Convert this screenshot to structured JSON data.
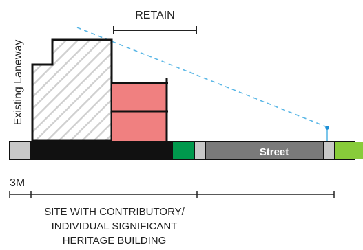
{
  "labels": {
    "retain": "RETAIN",
    "existing_laneway": "Existing Laneway",
    "street": "Street",
    "laneway_width": "3M",
    "site_line1": "SITE WITH CONTRIBUTORY/",
    "site_line2": "INDIVIDUAL SIGNIFICANT",
    "site_line3": "HERITAGE BUILDING"
  },
  "colors": {
    "heritage_red": "#f08080",
    "dark": "#111111",
    "grey": "#c8c8c8",
    "street_grey": "#7a7a7a",
    "green_dark": "#00994d",
    "green_light": "#88cc3a",
    "sightline": "#5ab7e6",
    "hatch": "#d0d0d0"
  }
}
